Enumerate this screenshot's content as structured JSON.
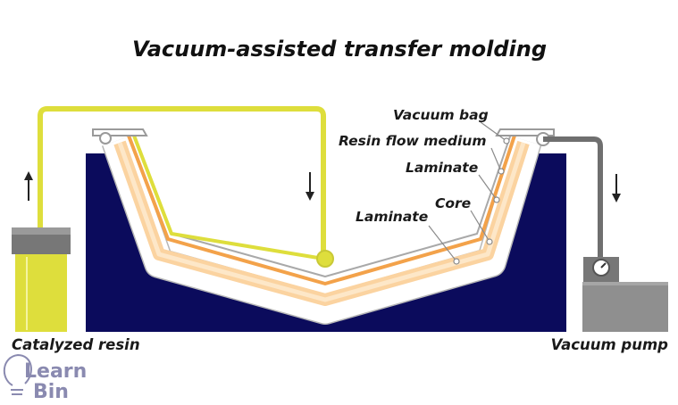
{
  "title": "Vacuum-assisted transfer molding",
  "labels": {
    "vacuum_bag": "Vacuum bag",
    "resin_flow_medium": "Resin flow medium",
    "laminate_upper": "Laminate",
    "core": "Core",
    "laminate_lower": "Laminate",
    "catalyzed_resin": "Catalyzed resin",
    "vacuum_pump": "Vacuum pump"
  },
  "logo": {
    "line1": "Learn",
    "line2": "Bin"
  },
  "colors": {
    "mold": "#0b0b5c",
    "resin": "#dede3c",
    "resin_cap": "#777777",
    "laminate": "#fbd3a0",
    "flow_medium": "#f3a24a",
    "bag_line": "#a9a9a9",
    "pump_body": "#8f8f8f",
    "vacuum_hose": "#6f6f6f"
  },
  "icons": [
    "up-arrow-icon",
    "down-arrow-icon",
    "gauge-icon",
    "lightbulb-icon"
  ]
}
